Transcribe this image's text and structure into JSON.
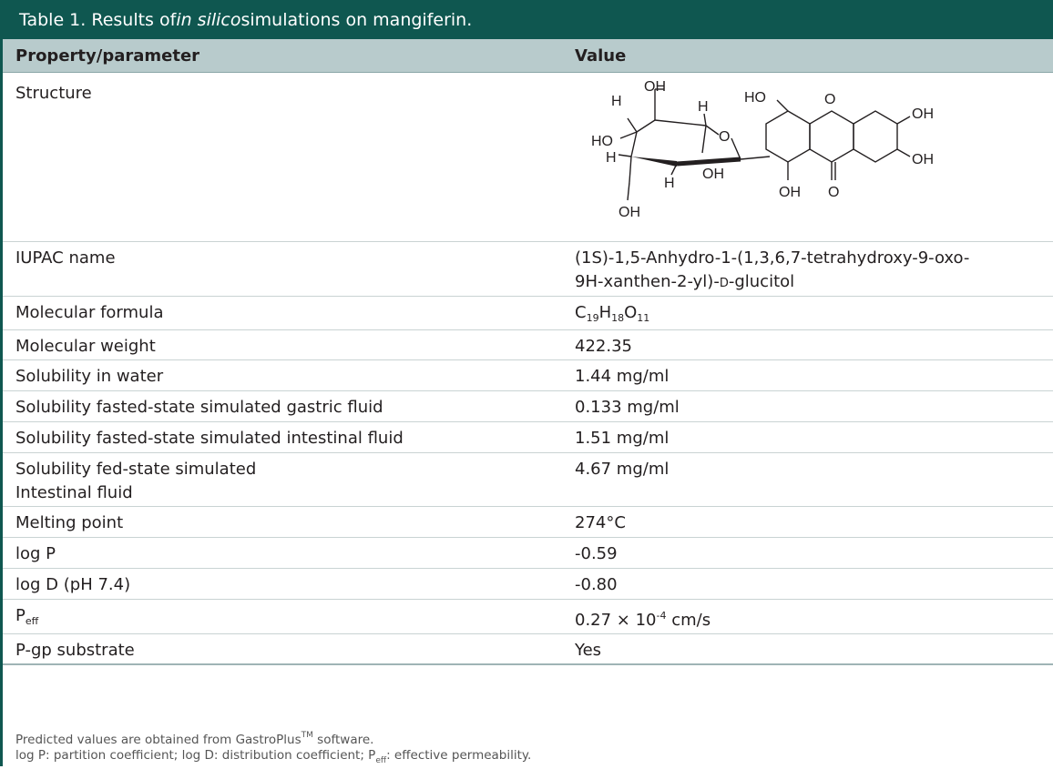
{
  "table": {
    "title_prefix": "Table 1. Results of ",
    "title_italic": "in silico",
    "title_suffix": " simulations on mangiferin.",
    "headers": {
      "property": "Property/parameter",
      "value": "Value"
    },
    "rows": [
      {
        "property": "Structure",
        "value": ""
      },
      {
        "property": "IUPAC name",
        "value": "(1S)-1,5-Anhydro-1-(1,3,6,7-tetrahydroxy-9-oxo-9H-xanthen-2-yl)-D-glucitol"
      },
      {
        "property": "Molecular formula",
        "value": "C19H18O11"
      },
      {
        "property": "Molecular weight",
        "value": "422.35"
      },
      {
        "property": "Solubility in water",
        "value": "1.44 mg/ml"
      },
      {
        "property": "Solubility fasted-state simulated gastric fluid",
        "value": "0.133 mg/ml"
      },
      {
        "property": "Solubility fasted-state simulated intestinal fluid",
        "value": "1.51 mg/ml"
      },
      {
        "property": "Solubility fed-state simulated Intestinal fluid",
        "value": "4.67 mg/ml"
      },
      {
        "property": "Melting point",
        "value": "274°C"
      },
      {
        "property": "log P",
        "value": "-0.59"
      },
      {
        "property": "log D (pH 7.4)",
        "value": "-0.80"
      },
      {
        "property": "Peff",
        "value": "0.27 × 10-4 cm/s"
      },
      {
        "property": "P-gp substrate",
        "value": "Yes"
      }
    ],
    "iupac_parts": {
      "line1": "(1S)-1,5-Anhydro-1-(1,3,6,7-tetrahydroxy-9-oxo-",
      "line2_prefix": "9H-xanthen-2-yl)-",
      "line2_smallcaps": "D",
      "line2_suffix": "-glucitol"
    },
    "formula_parts": {
      "c": "C",
      "c_n": "19",
      "h": "H",
      "h_n": "18",
      "o": "O",
      "o_n": "11"
    },
    "peff_parts": {
      "p": "P",
      "sub": "eff"
    },
    "peff_value_parts": {
      "base": "0.27 × 10",
      "exp": "-4",
      "unit": " cm/s"
    },
    "fed_state_parts": {
      "line1": "Solubility fed-state simulated",
      "line2": "Intestinal fluid"
    },
    "structure_labels": {
      "oh": "OH",
      "ho": "HO",
      "h": "H",
      "o": "O"
    }
  },
  "footnotes": {
    "line1_prefix": "Predicted values are obtained from GastroPlus",
    "line1_tm": "TM",
    "line1_suffix": " software.",
    "line2_prefix": "log P: partition coefficient; log D: distribution coefficient; P",
    "line2_sub": "eff",
    "line2_suffix": ": effective permeability."
  },
  "colors": {
    "title_bg": "#0f5750",
    "header_bg": "#b8cbcc"
  }
}
